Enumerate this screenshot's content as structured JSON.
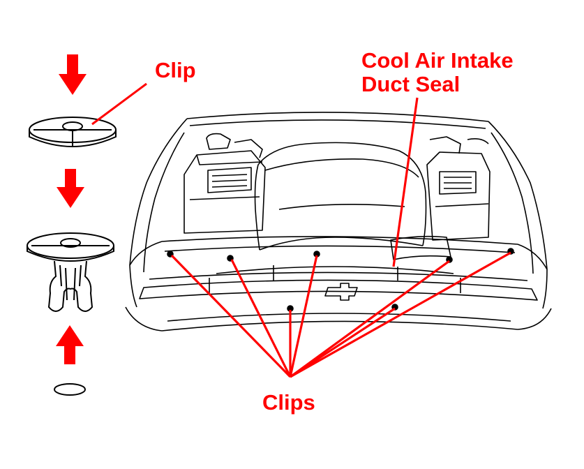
{
  "labels": {
    "clip": "Clip",
    "intake_line1": "Cool Air Intake",
    "intake_line2": "Duct Seal",
    "clips": "Clips"
  },
  "colors": {
    "callout": "#ff0000",
    "linework": "#000000",
    "background": "#ffffff"
  },
  "icons": [
    "down-arrow-icon",
    "up-arrow-icon",
    "clip-cap-icon",
    "clip-body-icon",
    "washer-icon"
  ]
}
